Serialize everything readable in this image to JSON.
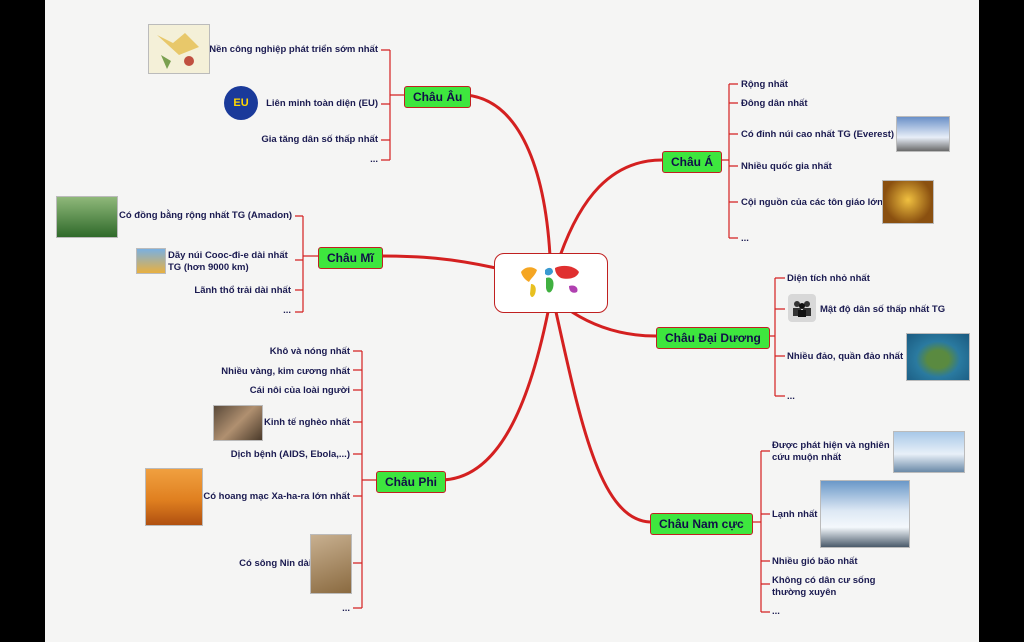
{
  "center": {
    "icon": "world-map-icon"
  },
  "europe": {
    "title": "Châu Âu",
    "items": [
      "Nền công nghiệp phát triển sớm nhất",
      "Liên minh toàn diện (EU)",
      "Gia tăng dân số thấp nhất",
      "..."
    ],
    "eu_badge": "EU"
  },
  "america": {
    "title": "Châu Mĩ",
    "items": [
      "Có đồng bằng rộng nhất TG (Amadon)",
      "Dãy núi Cooc-đi-e dài nhất",
      "TG (hơn 9000 km)",
      "Lãnh thổ trải dài nhất",
      "..."
    ]
  },
  "africa": {
    "title": "Châu Phi",
    "items": [
      "Khô và nóng nhất",
      "Nhiều vàng, kim cương nhất",
      "Cái nôi của loài người",
      "Kinh tế nghèo nhất",
      "Dịch bệnh (AIDS, Ebola,...)",
      "Có hoang mạc Xa-ha-ra lớn nhất",
      "Có sông Nin dài nhất TG",
      "..."
    ]
  },
  "asia": {
    "title": "Châu Á",
    "items": [
      "Rộng nhất",
      "Đông dân nhất",
      "Có đỉnh núi cao nhất TG (Everest)",
      "Nhiều quốc gia nhất",
      "Cội nguồn của các tôn giáo lớn",
      "..."
    ]
  },
  "oceania": {
    "title": "Châu Đại Dương",
    "items": [
      "Diện tích nhỏ nhất",
      "Mật độ dân số thấp nhất TG",
      "Nhiều đảo, quần đảo nhất",
      "..."
    ]
  },
  "antarctica": {
    "title": "Châu Nam cực",
    "items": [
      "Được phát hiện và nghiên",
      "cứu muộn nhất",
      "Lạnh nhất",
      "Nhiều gió bão nhất",
      "Không có dân cư sống",
      "thường xuyên",
      "..."
    ]
  },
  "colors": {
    "node_fill": "#3ee63e",
    "link": "#d42020",
    "text": "#1a1a50"
  }
}
